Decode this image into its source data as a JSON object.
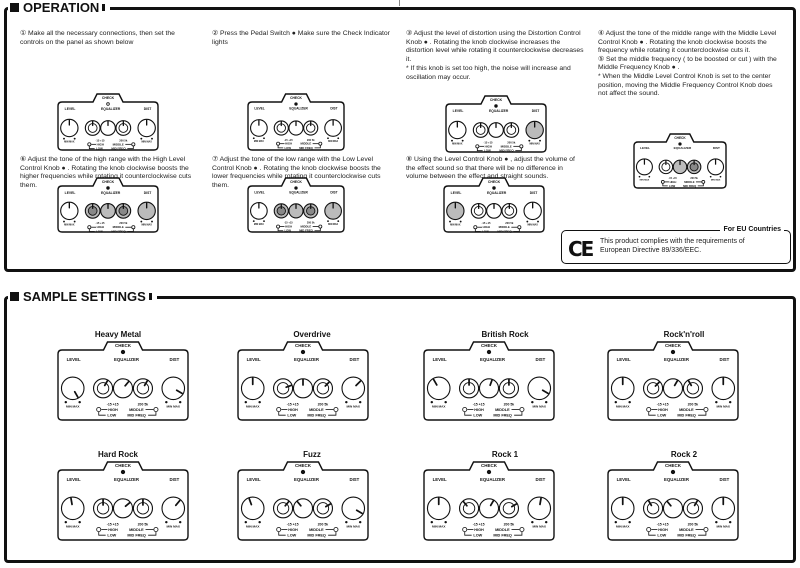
{
  "operation": {
    "title": "OPERATION",
    "steps": [
      {
        "num": "①",
        "text": "Make all the necessary connections, then set the controls on the panel as shown below"
      },
      {
        "num": "②",
        "text": "Press the Pedal Switch ●  Make sure the Check Indicator lights"
      },
      {
        "num": "③",
        "text": "Adjust the level of distortion using the Distortion Control Knob ● . Rotating the knob clockwise increases the distortion level while rotating it counterclockwise decreases it."
      },
      {
        "num": "④",
        "text": "Adjust the tone of the middle range with the Middle Level Control Knob ● . Rotating the knob clockwise boosts the frequency while rotating it counterclockwise cuts it."
      },
      {
        "num": "⑤",
        "text": "Set the middle frequency ( to be boosted or cut ) with the Middle Frequency Knob ● ."
      },
      {
        "num": "⑥",
        "text": "Adjust the tone of the high range with the High Level Control Knob ● . Rotating the knob clockwise boosts the higher frequencies while rotating it counterclockwise cuts them."
      },
      {
        "num": "⑦",
        "text": "Adjust the tone of the low range with the Low Level Control Knob ● . Rotating the knob clockwise boosts the lower frequencies while rotating it counterclockwise cuts them."
      },
      {
        "num": "⑧",
        "text": "Using the Level Control Knob ● , adjust the volume of the effect sound so that there will be no difference in volume between the effect and straight sounds."
      }
    ],
    "note3": "* If this knob is set too high, the noise will increase and oscillation may occur.",
    "note5": "* When the Middle Level Control Knob is set to the center position, moving the Middle Frequency Control Knob does not affect the sound."
  },
  "eu": {
    "heading": "For EU Countries",
    "mark": "CE",
    "line1": "This product complies with the requirements of",
    "line2": "European Directive 89/336/EEC."
  },
  "panel_labels": {
    "check": "CHECK",
    "level": "LEVEL",
    "equalizer": "EQUALIZER",
    "dist": "DIST",
    "min_max": "MIN  MAX",
    "eq_range": "-15  +15",
    "freq_range": "200  5k",
    "high": "HIGH",
    "low": "LOW",
    "middle": "MIDDLE",
    "mid_freq": "MID FREQ"
  },
  "samples": {
    "title": "SAMPLE SETTINGS",
    "names": [
      "Heavy Metal",
      "Overdrive",
      "British Rock",
      "Rock'n'roll",
      "Hard Rock",
      "Fuzz",
      "Rock 1",
      "Rock 2"
    ]
  },
  "knob_settings": [
    [
      150,
      30,
      40,
      30,
      120
    ],
    [
      0,
      70,
      0,
      45,
      45
    ],
    [
      -30,
      0,
      20,
      0,
      120
    ],
    [
      0,
      45,
      30,
      -30,
      0
    ],
    [
      -10,
      0,
      50,
      0,
      40
    ],
    [
      -20,
      40,
      -40,
      60,
      120
    ],
    [
      0,
      -40,
      30,
      60,
      10
    ],
    [
      0,
      -30,
      -40,
      30,
      0
    ]
  ],
  "operation_panel_highlights": [
    [],
    [],
    [
      4
    ],
    [
      2,
      3
    ],
    [
      1
    ],
    [
      1,
      2,
      3,
      4
    ],
    [
      1,
      2,
      3,
      4
    ],
    [
      0
    ]
  ]
}
